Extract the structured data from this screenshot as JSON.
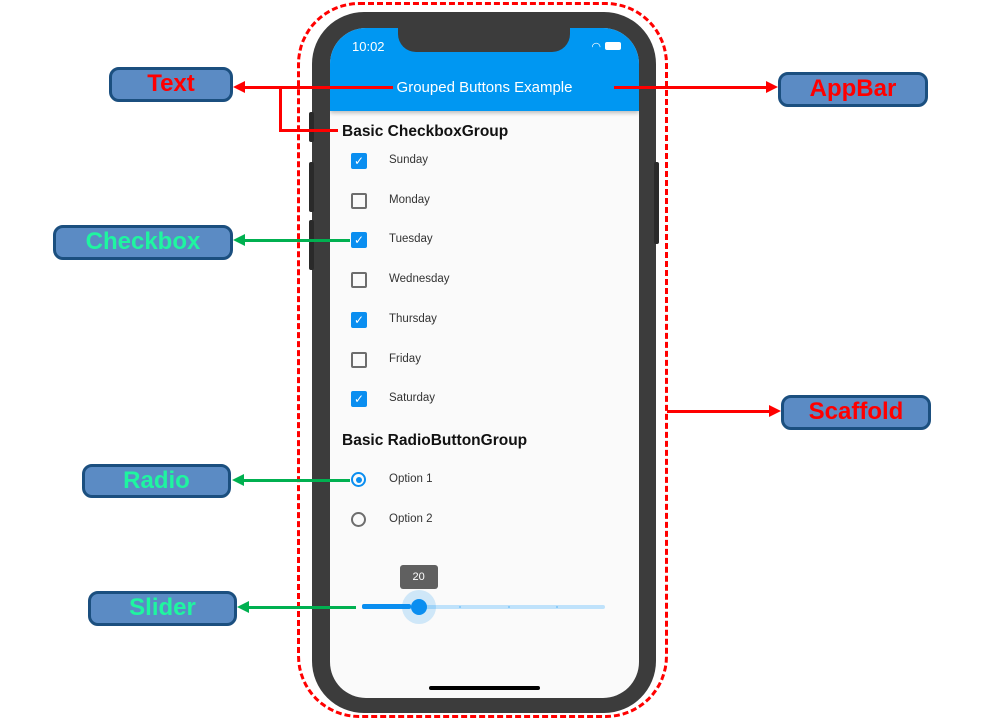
{
  "status_bar": {
    "time": "10:02"
  },
  "appbar": {
    "title": "Grouped Buttons Example"
  },
  "checkbox_group": {
    "header": "Basic CheckboxGroup",
    "items": [
      {
        "label": "Sunday",
        "checked": true
      },
      {
        "label": "Monday",
        "checked": false
      },
      {
        "label": "Tuesday",
        "checked": true
      },
      {
        "label": "Wednesday",
        "checked": false
      },
      {
        "label": "Thursday",
        "checked": true
      },
      {
        "label": "Friday",
        "checked": false
      },
      {
        "label": "Saturday",
        "checked": true
      }
    ]
  },
  "radio_group": {
    "header": "Basic RadioButtonGroup",
    "items": [
      {
        "label": "Option 1",
        "selected": true
      },
      {
        "label": "Option 2",
        "selected": false
      }
    ]
  },
  "slider": {
    "value": 20,
    "min": 0,
    "max": 100,
    "divisions": 5,
    "value_label": "20"
  },
  "annotations": {
    "text": "Text",
    "appbar": "AppBar",
    "checkbox": "Checkbox",
    "scaffold": "Scaffold",
    "radio": "Radio",
    "slider": "Slider"
  },
  "colors": {
    "appbar": "#0097f2",
    "accent": "#0a8ef0",
    "annotation_red": "#ff0000",
    "annotation_green": "#00b050",
    "tag_fill": "#5b8bc4"
  }
}
